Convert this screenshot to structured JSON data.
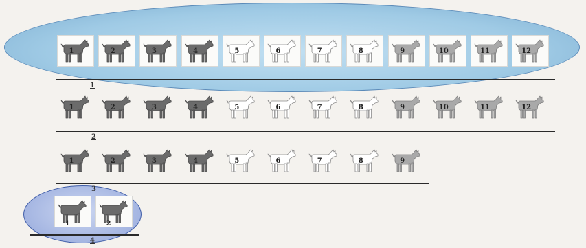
{
  "colors": {
    "dark_goat": "#6b6b6b",
    "white_goat": "#ffffff",
    "light_goat": "#a9a9a9",
    "ellipse_large": "#9cc8e6",
    "ellipse_small": "#a9b8e6"
  },
  "groups": [
    {
      "label": "1",
      "goats": [
        {
          "n": "1",
          "shade": "dark"
        },
        {
          "n": "2",
          "shade": "dark"
        },
        {
          "n": "3",
          "shade": "dark"
        },
        {
          "n": "4",
          "shade": "dark"
        },
        {
          "n": "5",
          "shade": "white"
        },
        {
          "n": "6",
          "shade": "white"
        },
        {
          "n": "7",
          "shade": "white"
        },
        {
          "n": "8",
          "shade": "white"
        },
        {
          "n": "9",
          "shade": "light"
        },
        {
          "n": "10",
          "shade": "light"
        },
        {
          "n": "11",
          "shade": "light"
        },
        {
          "n": "12",
          "shade": "light"
        }
      ]
    },
    {
      "label": "2",
      "goats": [
        {
          "n": "1",
          "shade": "dark"
        },
        {
          "n": "2",
          "shade": "dark"
        },
        {
          "n": "3",
          "shade": "dark"
        },
        {
          "n": "4",
          "shade": "dark"
        },
        {
          "n": "5",
          "shade": "white"
        },
        {
          "n": "6",
          "shade": "white"
        },
        {
          "n": "7",
          "shade": "white"
        },
        {
          "n": "8",
          "shade": "white"
        },
        {
          "n": "9",
          "shade": "light"
        },
        {
          "n": "10",
          "shade": "light"
        },
        {
          "n": "11",
          "shade": "light"
        },
        {
          "n": "12",
          "shade": "light"
        }
      ]
    },
    {
      "label": "3",
      "goats": [
        {
          "n": "1",
          "shade": "dark"
        },
        {
          "n": "2",
          "shade": "dark"
        },
        {
          "n": "3",
          "shade": "dark"
        },
        {
          "n": "4",
          "shade": "dark"
        },
        {
          "n": "5",
          "shade": "white"
        },
        {
          "n": "6",
          "shade": "white"
        },
        {
          "n": "7",
          "shade": "white"
        },
        {
          "n": "8",
          "shade": "white"
        },
        {
          "n": "9",
          "shade": "light"
        }
      ]
    },
    {
      "label": "4",
      "goats": [
        {
          "n": "1",
          "shade": "dark"
        },
        {
          "n": "2",
          "shade": "dark"
        }
      ]
    }
  ]
}
